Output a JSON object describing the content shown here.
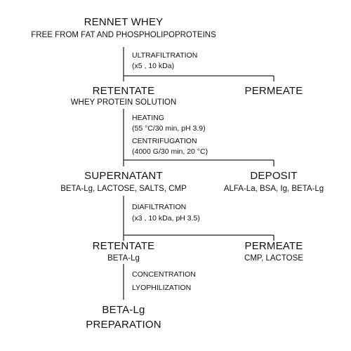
{
  "nodes": {
    "start": {
      "title": "RENNET WHEY",
      "sub": "FREE FROM FAT AND PHOSPHOLIPOPROTEINS"
    },
    "retentate1": {
      "title": "RETENTATE",
      "sub": "WHEY PROTEIN SOLUTION"
    },
    "permeate1": {
      "title": "PERMEATE"
    },
    "supernatant": {
      "title": "SUPERNATANT",
      "sub": "BETA-Lg, LACTOSE, SALTS, CMP"
    },
    "deposit": {
      "title": "DEPOSIT",
      "sub": "ALFA-La, BSA, Ig, BETA-Lg"
    },
    "retentate2": {
      "title": "RETENTATE",
      "sub": "BETA-Lg"
    },
    "permeate2": {
      "title": "PERMEATE",
      "sub": "CMP, LACTOSE"
    },
    "final": {
      "line1": "BETA-Lg",
      "line2": "PREPARATION"
    }
  },
  "steps": {
    "ultrafiltration": {
      "name": "ULTRAFILTRATION",
      "params": "(x5 , 10 kDa)"
    },
    "heating": {
      "name": "HEATING",
      "params": "(55 °C/30 min, pH 3.9)"
    },
    "centrifugation": {
      "name": "CENTRIFUGATION",
      "params": "(4000 G/30 min, 20 °C)"
    },
    "diafiltration": {
      "name": "DIAFILTRATION",
      "params": "(x3 , 10 kDa, pH 3.5)"
    },
    "concentration": {
      "name": "CONCENTRATION"
    },
    "lyophilization": {
      "name": "LYOPHILIZATION"
    }
  }
}
